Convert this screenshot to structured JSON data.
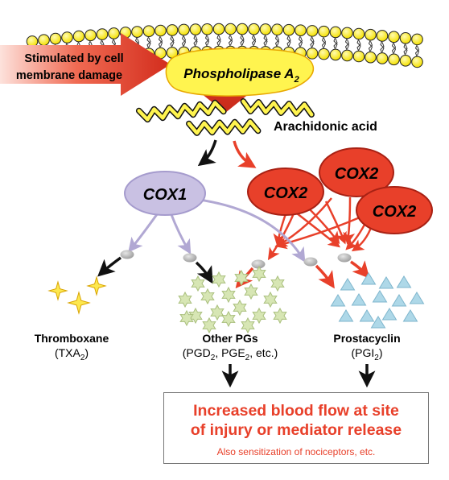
{
  "trigger": {
    "line1": "Stimulated by cell",
    "line2": "membrane damage"
  },
  "enzyme_pla2": {
    "name": "Phospholipase A",
    "subscript": "2"
  },
  "substrate": {
    "label": "Arachidonic acid"
  },
  "cox1": {
    "label": "COX1"
  },
  "cox2": {
    "labels": [
      "COX2",
      "COX2",
      "COX2"
    ]
  },
  "products": {
    "thromboxane": {
      "name": "Thromboxane",
      "abbr_a": "(TXA",
      "abbr_sub": "2",
      "abbr_b": ")"
    },
    "other_pgs": {
      "name": "Other PGs",
      "p1": "(PGD",
      "s1": "2",
      "p2": ", PGE",
      "s2": "2",
      "p3": ", etc.)"
    },
    "prostacyclin": {
      "name": "Prostacyclin",
      "abbr_a": "(PGI",
      "abbr_sub": "2",
      "abbr_b": ")"
    }
  },
  "result": {
    "line1": "Increased blood flow at site",
    "line2": "of injury or mediator release",
    "note": "Also sensitization of nociceptors, etc."
  },
  "colors": {
    "red": "#e8402a",
    "dark_red": "#c7261a",
    "lavender": "#b1a8d3",
    "lavender_fill": "#c9c1e3",
    "yellow": "#fff44f",
    "star_green": "#d7e6b4",
    "triangle_blue": "#aed8e8"
  }
}
